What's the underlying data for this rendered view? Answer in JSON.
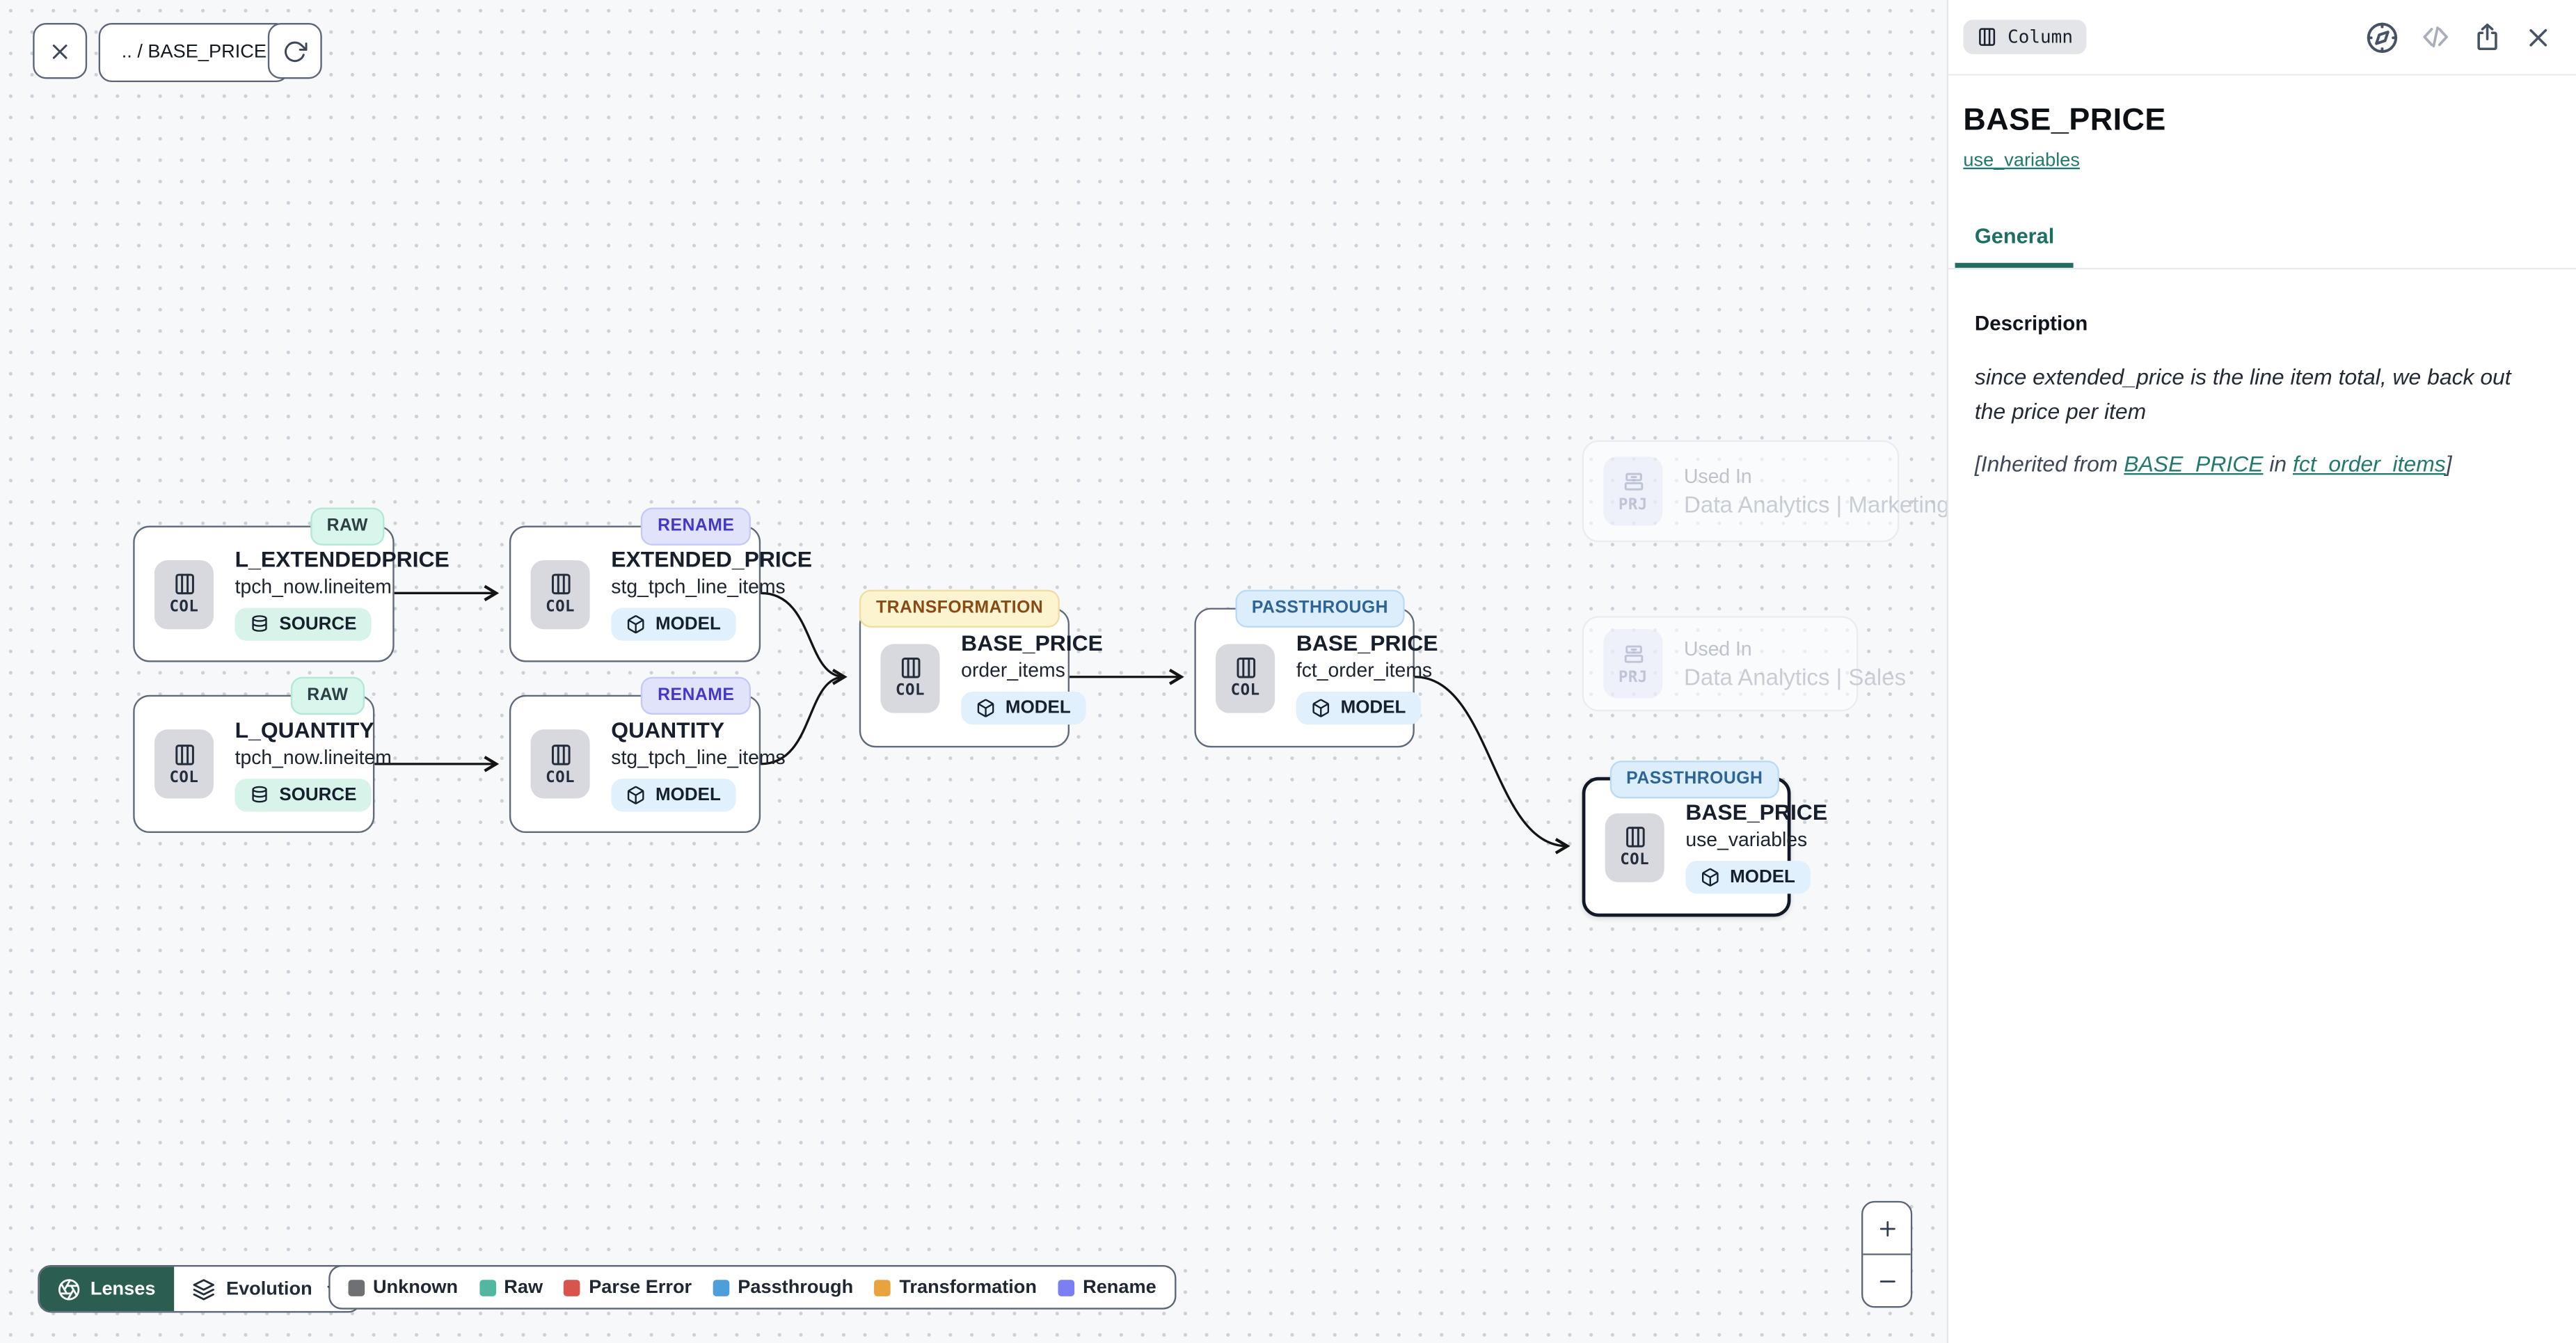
{
  "toolbar": {
    "breadcrumb": ".. / BASE_PRICE"
  },
  "canvas": {
    "chip_col": "COL",
    "chip_prj": "PRJ",
    "nodes": [
      {
        "title": "L_EXTENDEDPRICE",
        "subtitle": "tpch_now.lineitem",
        "badge": "RAW",
        "kind": "SOURCE"
      },
      {
        "title": "EXTENDED_PRICE",
        "subtitle": "stg_tpch_line_items",
        "badge": "RENAME",
        "kind": "MODEL"
      },
      {
        "title": "L_QUANTITY",
        "subtitle": "tpch_now.lineitem",
        "badge": "RAW",
        "kind": "SOURCE"
      },
      {
        "title": "QUANTITY",
        "subtitle": "stg_tpch_line_items",
        "badge": "RENAME",
        "kind": "MODEL"
      },
      {
        "title": "BASE_PRICE",
        "subtitle": "order_items",
        "badge": "TRANSFORMATION",
        "kind": "MODEL"
      },
      {
        "title": "BASE_PRICE",
        "subtitle": "fct_order_items",
        "badge": "PASSTHROUGH",
        "kind": "MODEL"
      },
      {
        "title": "BASE_PRICE",
        "subtitle": "use_variables",
        "badge": "PASSTHROUGH",
        "kind": "MODEL",
        "selected": true
      }
    ],
    "ghost_nodes": [
      {
        "label": "Used In",
        "name": "Data Analytics | Marketing"
      },
      {
        "label": "Used In",
        "name": "Data Analytics | Sales"
      }
    ]
  },
  "footer": {
    "lenses_label": "Lenses",
    "lens_mode": "Evolution",
    "legend": [
      {
        "label": "Unknown",
        "color": "#6e7073"
      },
      {
        "label": "Raw",
        "color": "#52b7a0"
      },
      {
        "label": "Parse Error",
        "color": "#d9544d"
      },
      {
        "label": "Passthrough",
        "color": "#4d9fdb"
      },
      {
        "label": "Transformation",
        "color": "#e8a33d"
      },
      {
        "label": "Rename",
        "color": "#7b7ff2"
      }
    ]
  },
  "panel": {
    "type_chip": "Column",
    "title": "BASE_PRICE",
    "model_link": "use_variables",
    "tabs": [
      {
        "label": "General"
      }
    ],
    "description_heading": "Description",
    "description_body": "since extended_price is the line item total, we back out the price per item",
    "inherited": {
      "prefix": "[Inherited from ",
      "link_column": "BASE_PRICE",
      "middle": " in ",
      "link_model": "fct_order_items",
      "suffix": "]"
    }
  },
  "colors": {
    "accent_teal": "#22796d",
    "lenses_bg": "#2b5d51",
    "edge": "#141414"
  }
}
